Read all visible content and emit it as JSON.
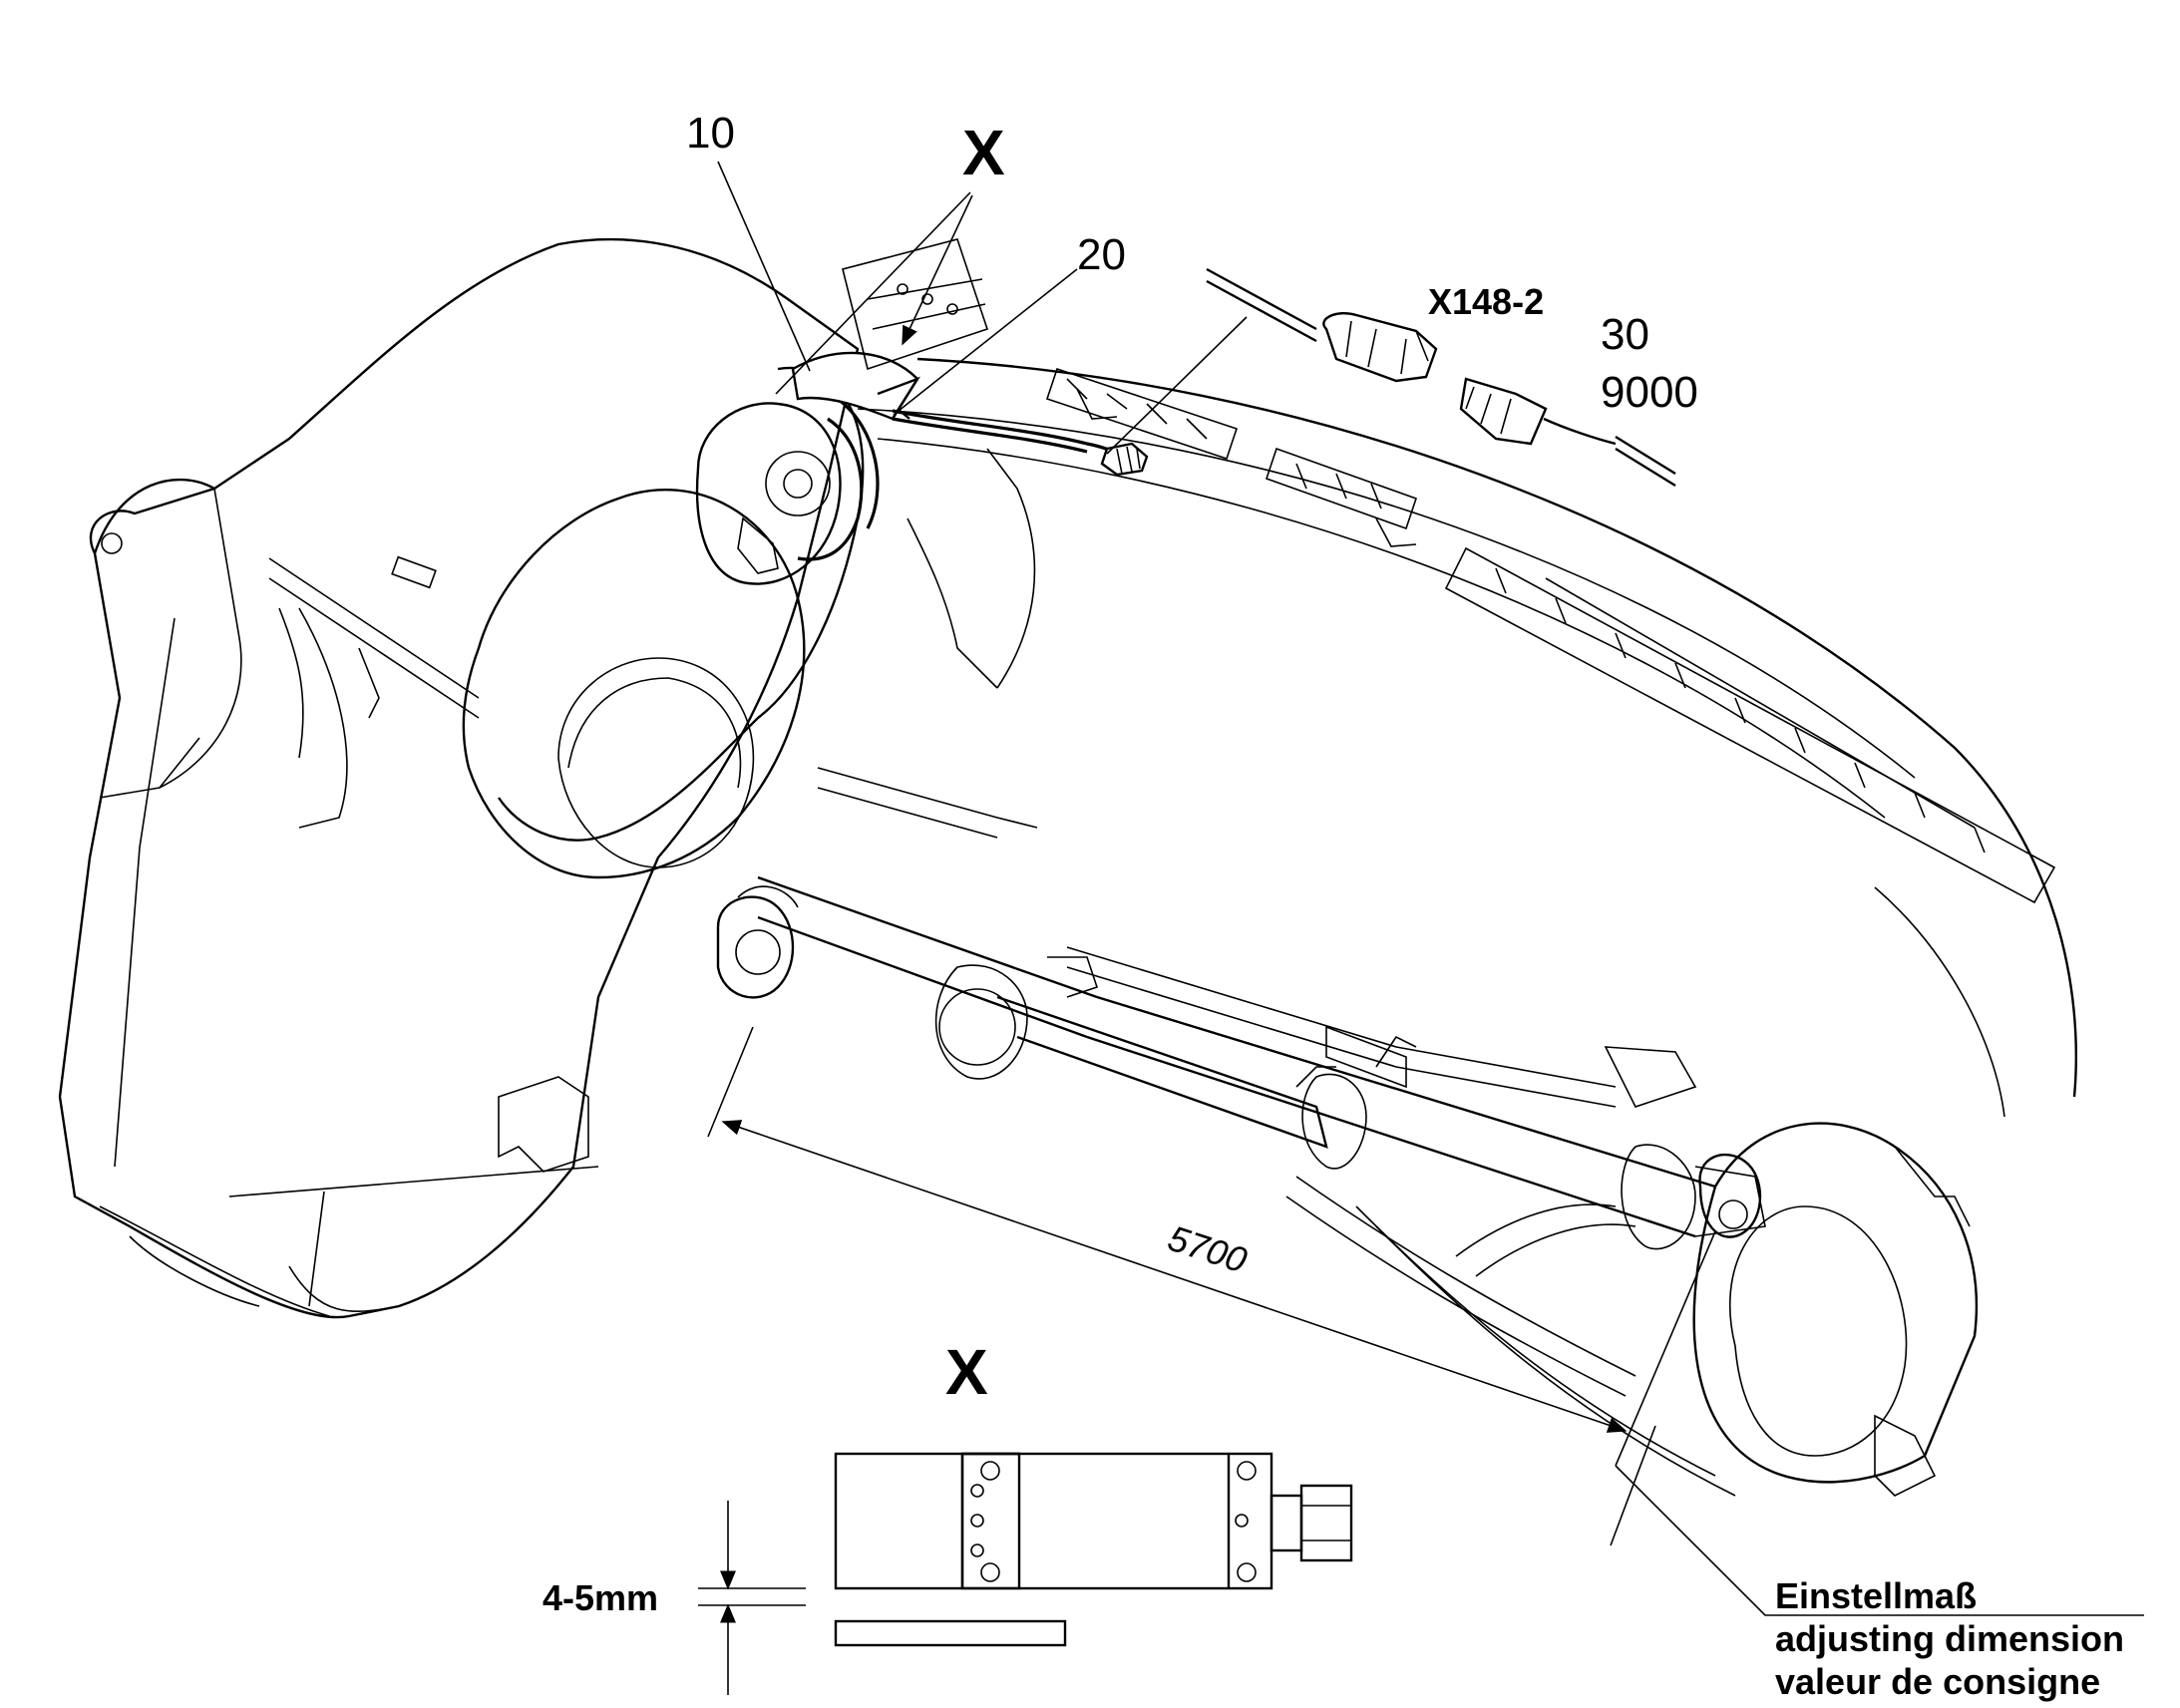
{
  "labels": {
    "part_10": "10",
    "part_20": "20",
    "part_30": "30",
    "part_9000": "9000",
    "connector": "X148-2",
    "view_marker_top": "X",
    "view_marker_detail": "X",
    "dimension_length": "5700",
    "gap_dimension": "4-5mm"
  },
  "note": {
    "line_de": "Einstellmaß",
    "line_en": "adjusting dimension",
    "line_fr": "valeur de consigne"
  }
}
